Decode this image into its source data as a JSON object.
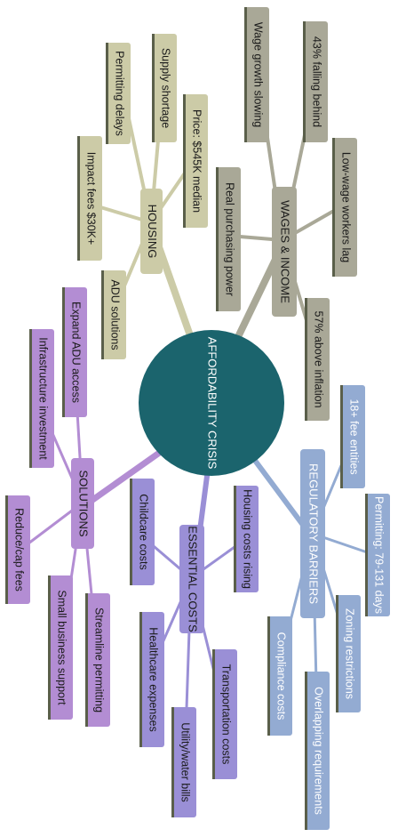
{
  "center": {
    "label": "AFFORDABILITY CRISIS"
  },
  "branches": [
    {
      "key": "housing",
      "label": "HOUSING",
      "leaves": [
        "Impact fees $30K+",
        "Permitting delays",
        "Supply shortage",
        "Price: $545K median",
        "ADU solutions"
      ]
    },
    {
      "key": "wages",
      "label": "WAGES & INCOME",
      "leaves": [
        "Wage growth slowing",
        "43% falling behind",
        "Real purchasing power",
        "Low-wage workers lag",
        "57% above inflation"
      ]
    },
    {
      "key": "regulatory",
      "label": "REGULATORY BARRIERS",
      "leaves": [
        "18+ fee entities",
        "Permitting: 79-131 days",
        "Zoning restrictions",
        "Overlapping requirements",
        "Compliance costs"
      ]
    },
    {
      "key": "essential",
      "label": "ESSENTIAL COSTS",
      "leaves": [
        "Childcare costs",
        "Housing costs rising",
        "Healthcare expenses",
        "Utility/water bills",
        "Transportation costs"
      ]
    },
    {
      "key": "solutions",
      "label": "SOLUTIONS",
      "leaves": [
        "Expand ADU access",
        "Infrastructure investment",
        "Reduce/cap fees",
        "Small business support",
        "Streamline permitting"
      ]
    }
  ],
  "colors": {
    "center": "#1b646d",
    "housing": "#cccba7",
    "wages": "#a9a897",
    "regulatory": "#93abd2",
    "essential": "#9a8fd6",
    "solutions": "#b38dd3",
    "leaf_shadow": "#5a5f4a"
  }
}
